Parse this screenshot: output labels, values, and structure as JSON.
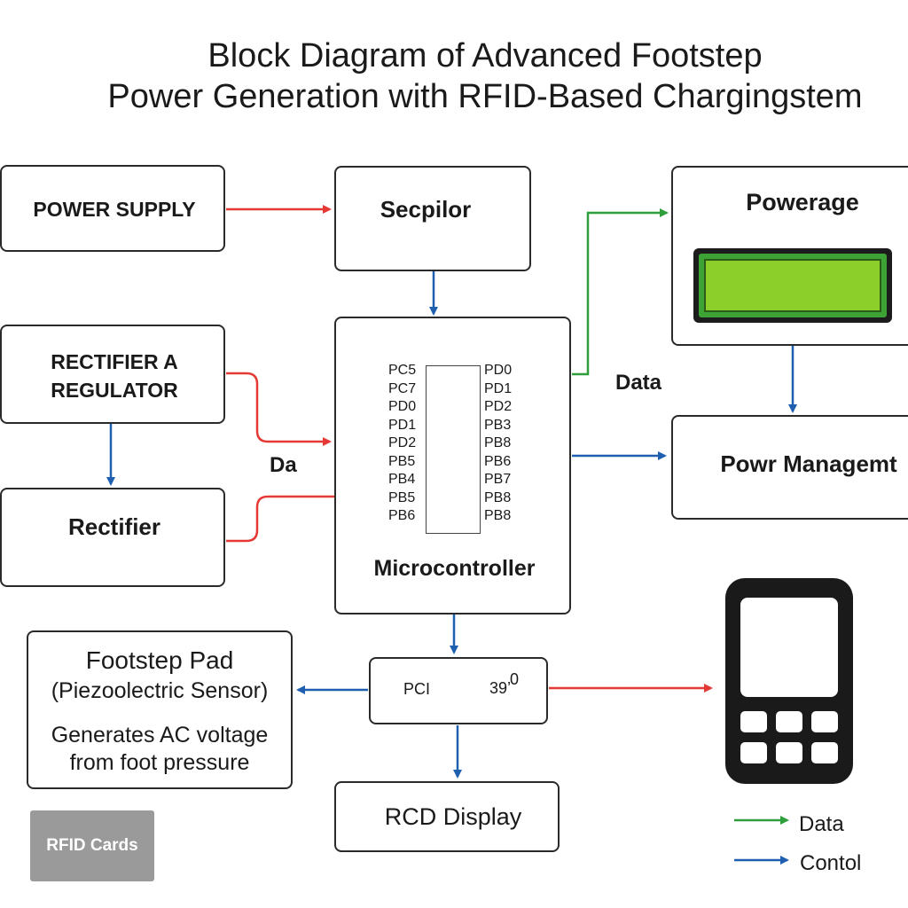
{
  "title": {
    "line1": "Block Diagram of Advanced Footstep",
    "line2": "Power Generation with RFID-Based Chargingstem"
  },
  "blocks": {
    "power_supply": "POWER SUPPLY",
    "secpilor": "Secpilor",
    "rectifier_regulator_line1": "RECTIFIER A",
    "rectifier_regulator_line2": "REGULATOR",
    "rectifier": "Rectifier",
    "microcontroller": "Microcontroller",
    "powerage": "Powerage",
    "power_management": "Powr Managemt",
    "footstep_title": "Footstep Pad",
    "footstep_sub": "(Piezoolectric Sensor)",
    "footstep_desc_line1": "Generates AC voltage",
    "footstep_desc_line2": "from foot pressure",
    "pci_left": "PCI",
    "pci_right": "39’",
    "pci_zero": "0",
    "rcd_display": "RCD Display",
    "rfid_cards": "RFID Cards"
  },
  "chip_pins": {
    "left": [
      "PC5",
      "PC7",
      "PD0",
      "PD1",
      "PD2",
      "PB5",
      "PB4",
      "PB5",
      "PB6"
    ],
    "right": [
      "PD0",
      "PD1",
      "PD2",
      "PB3",
      "PB8",
      "PB6",
      "PB7",
      "PB8",
      "PB8"
    ]
  },
  "edge_labels": {
    "data": "Data",
    "da": "Da"
  },
  "legend": {
    "data_label": "Data",
    "control_label": "Contol"
  },
  "colors": {
    "red": "#e53935",
    "green": "#2e9e3a",
    "blue": "#1f5fb0"
  }
}
